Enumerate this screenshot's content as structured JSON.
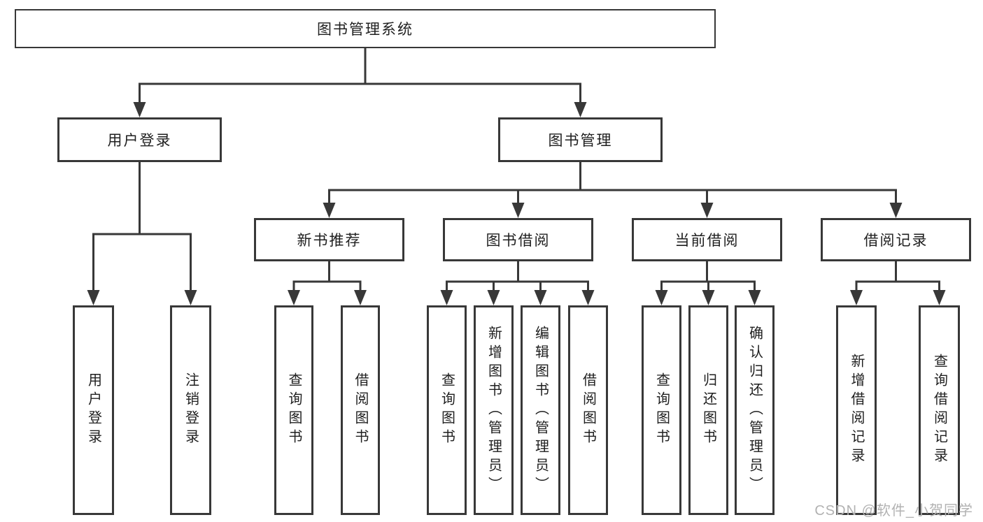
{
  "colors": {
    "line": "#383838",
    "text": "#1f1f1f",
    "background": "#ffffff",
    "watermark": "#b2b2b2"
  },
  "watermark": {
    "text": "CSDN @软件_小贺同学"
  },
  "diagram": {
    "root": {
      "label": "图书管理系统"
    },
    "branches": [
      {
        "label": "用户登录",
        "children": [
          {
            "label": "用户登录"
          },
          {
            "label": "注销登录"
          }
        ]
      },
      {
        "label": "图书管理",
        "children": [
          {
            "label": "新书推荐",
            "children": [
              {
                "label": "查询图书"
              },
              {
                "label": "借阅图书"
              }
            ]
          },
          {
            "label": "图书借阅",
            "children": [
              {
                "label": "查询图书"
              },
              {
                "label": "新增图书（管理员）"
              },
              {
                "label": "编辑图书（管理员）"
              },
              {
                "label": "借阅图书"
              }
            ]
          },
          {
            "label": "当前借阅",
            "children": [
              {
                "label": "查询图书"
              },
              {
                "label": "归还图书"
              },
              {
                "label": "确认归还（管理员）"
              }
            ]
          },
          {
            "label": "借阅记录",
            "children": [
              {
                "label": "新增借阅记录"
              },
              {
                "label": "查询借阅记录"
              }
            ]
          }
        ]
      }
    ]
  }
}
